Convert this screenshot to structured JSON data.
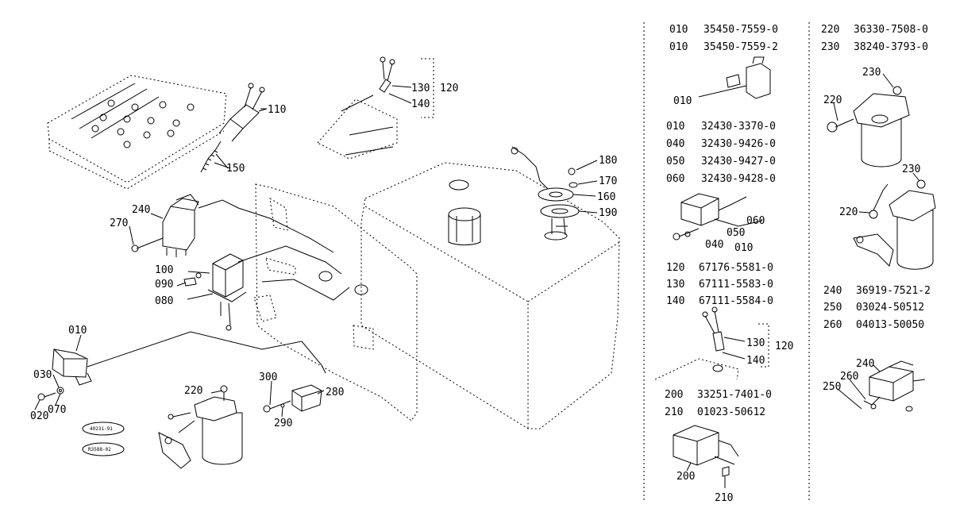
{
  "callouts": {
    "c110": "110",
    "c130": "130",
    "c140": "140",
    "c120": "120",
    "c150": "150",
    "c240": "240",
    "c270": "270",
    "c100": "100",
    "c090": "090",
    "c080": "080",
    "c010": "010",
    "c030": "030",
    "c020": "020",
    "c070": "070",
    "c220": "220",
    "c300": "300",
    "c280": "280",
    "c290": "290",
    "c180": "180",
    "c170": "170",
    "c160": "160",
    "c190": "190"
  },
  "stamps": {
    "top": "40231-91",
    "bottom": "R3588-02"
  },
  "parts_list": {
    "group1": [
      {
        "ref": "010",
        "part": "35450-7559-0"
      },
      {
        "ref": "010",
        "part": "35450-7559-2"
      }
    ],
    "group1_callouts": {
      "a": "010"
    },
    "group2": [
      {
        "ref": "010",
        "part": "32430-3370-0"
      },
      {
        "ref": "040",
        "part": "32430-9426-0"
      },
      {
        "ref": "050",
        "part": "32430-9427-0"
      },
      {
        "ref": "060",
        "part": "32430-9428-0"
      }
    ],
    "group2_callouts": {
      "a": "060",
      "b": "050",
      "c": "040",
      "d": "010"
    },
    "group3": [
      {
        "ref": "120",
        "part": "67176-5581-0"
      },
      {
        "ref": "130",
        "part": "67111-5583-0"
      },
      {
        "ref": "140",
        "part": "67111-5584-0"
      }
    ],
    "group3_callouts": {
      "a": "130",
      "b": "140",
      "c": "120"
    },
    "group4": [
      {
        "ref": "200",
        "part": "33251-7401-0"
      },
      {
        "ref": "210",
        "part": "01023-50612"
      }
    ],
    "group4_callouts": {
      "a": "200",
      "b": "210"
    },
    "group5": [
      {
        "ref": "220",
        "part": "36330-7508-0"
      },
      {
        "ref": "230",
        "part": "38240-3793-0"
      }
    ],
    "group5_callouts": {
      "a": "230",
      "b": "220",
      "c": "230",
      "d": "220"
    },
    "group6": [
      {
        "ref": "240",
        "part": "36919-7521-2"
      },
      {
        "ref": "250",
        "part": "03024-50512"
      },
      {
        "ref": "260",
        "part": "04013-50050"
      }
    ],
    "group6_callouts": {
      "a": "240",
      "b": "260",
      "c": "250"
    }
  }
}
